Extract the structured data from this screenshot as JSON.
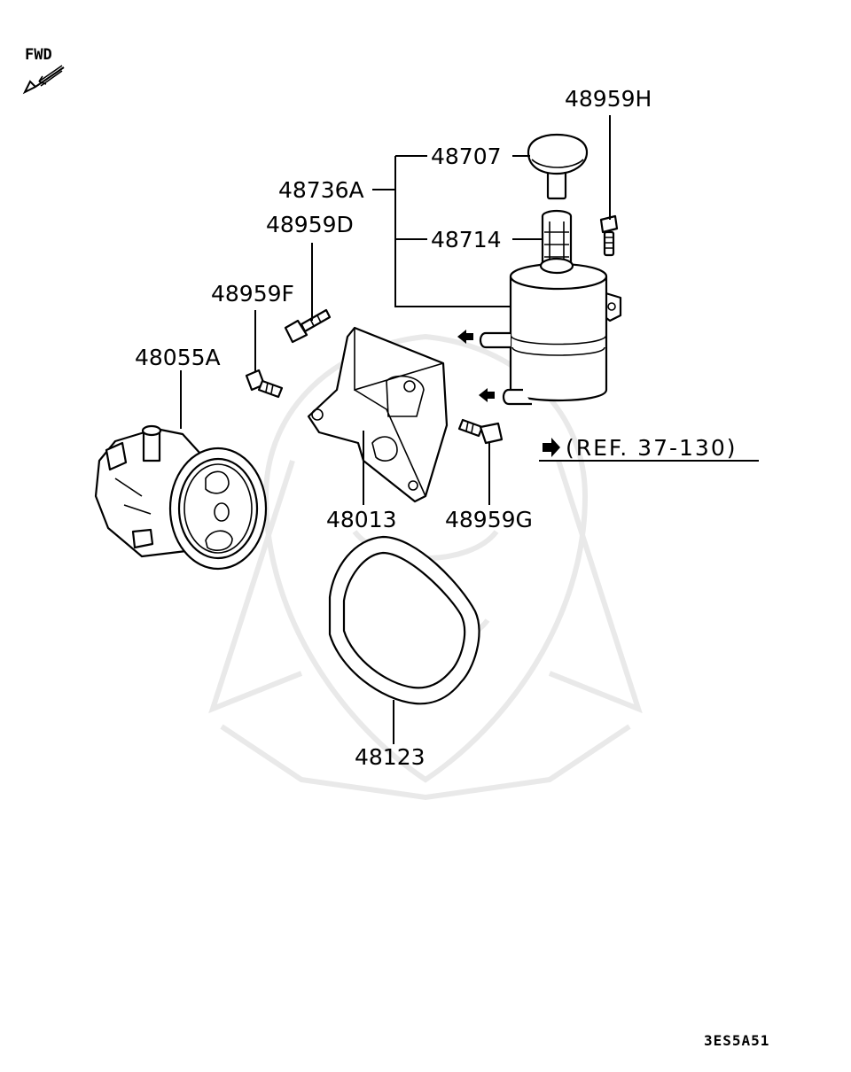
{
  "fwd": {
    "label": "FWD"
  },
  "labels": {
    "p48959H": "48959H",
    "p48707": "48707",
    "p48736A": "48736A",
    "p48959D": "48959D",
    "p48714": "48714",
    "p48959F": "48959F",
    "p48055A": "48055A",
    "p48013": "48013",
    "p48959G": "48959G",
    "p48123": "48123"
  },
  "reference": {
    "text": "(REF. 37-130)"
  },
  "diagram_code": "3ES5A51",
  "colors": {
    "line": "#000000",
    "background": "#ffffff",
    "watermark": "#e9e9e9"
  }
}
